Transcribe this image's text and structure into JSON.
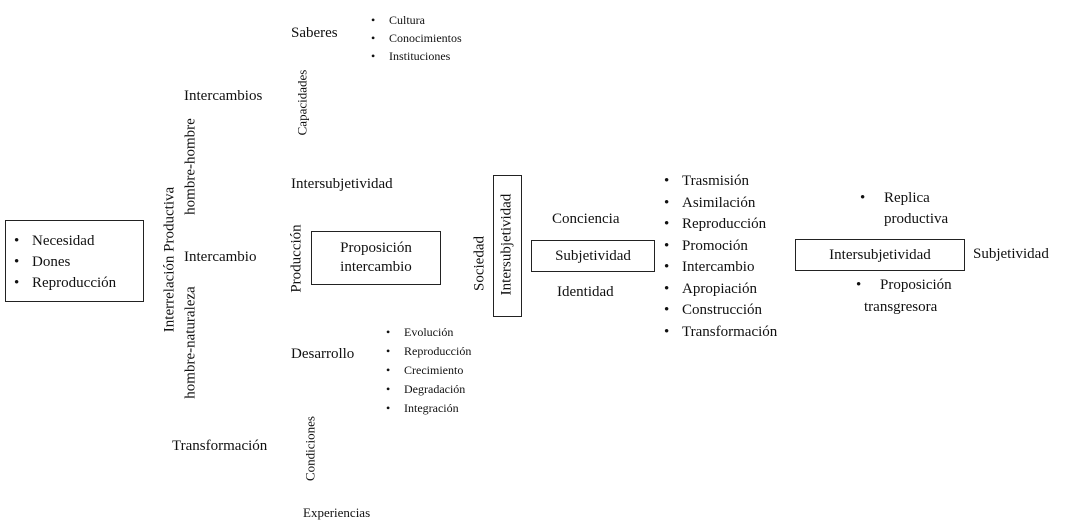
{
  "left_box": {
    "items": [
      "Necesidad",
      "Dones",
      "Reproducción"
    ]
  },
  "vertical": {
    "interrelacion": "Interrelación Productiva",
    "hombre_hombre": "hombre-hombre",
    "hombre_naturaleza": "hombre-naturaleza",
    "capacidades": "Capacidades",
    "produccion": "Producción",
    "condiciones": "Condiciones",
    "sociedad": "Sociedad",
    "intersubjetividad_vertical": "Intersubjetividad"
  },
  "labels": {
    "intercambios": "Intercambios",
    "intercambio": "Intercambio",
    "transformacion": "Transformación",
    "saberes": "Saberes",
    "intersubjetividad_h": "Intersubjetividad",
    "desarrollo": "Desarrollo",
    "experiencias": "Experiencias",
    "conciencia": "Conciencia",
    "identidad": "Identidad",
    "subjetividad_right": "Subjetividad"
  },
  "saberes_items": [
    "Cultura",
    "Conocimientos",
    "Instituciones"
  ],
  "proposicion_box": {
    "line1": "Proposición",
    "line2": "intercambio"
  },
  "desarrollo_items": [
    "Evolución",
    "Reproducción",
    "Crecimiento",
    "Degradación",
    "Integración"
  ],
  "subjetividad_box": "Subjetividad",
  "process_items": [
    "Trasmisión",
    "Asimilación",
    "Reproducción",
    "Promoción",
    "Intercambio",
    "Apropiación",
    "Construcción",
    "Transformación"
  ],
  "replica": {
    "line1": "Replica",
    "line2": "productiva"
  },
  "intersubjetividad_box": "Intersubjetividad",
  "transgresora": {
    "line1": "Proposición",
    "line2": "transgresora"
  }
}
